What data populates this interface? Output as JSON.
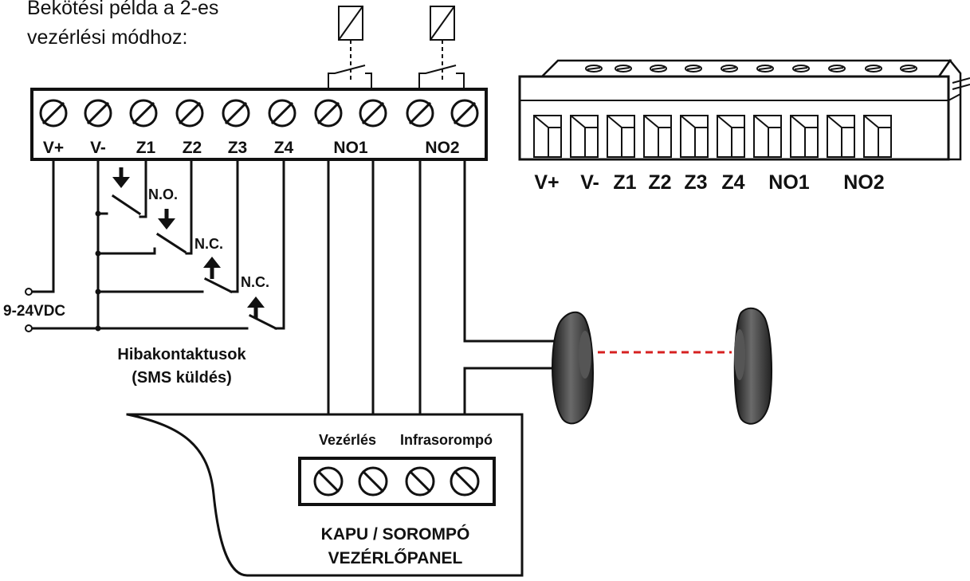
{
  "caption": {
    "line1": "Bekötési példa a 2-es",
    "line2": "vezérlési módhoz:"
  },
  "terminal_block": {
    "labels": [
      "V+",
      "V-",
      "Z1",
      "Z2",
      "Z3",
      "Z4",
      "NO1",
      "NO2"
    ]
  },
  "connector_3d": {
    "labels": [
      "V+",
      "V-",
      "Z1",
      "Z2",
      "Z3",
      "Z4",
      "NO1",
      "NO2"
    ]
  },
  "contacts": {
    "no_label": "N.O.",
    "nc_label_1": "N.C.",
    "nc_label_2": "N.C."
  },
  "power": {
    "label": "9-24VDC"
  },
  "fault_contacts": {
    "line1": "Hibakontaktusok",
    "line2": "(SMS küldés)"
  },
  "panel": {
    "label_control": "Vezérlés",
    "label_infra": "Infrasorompó",
    "title_line1": "KAPU / SOROMPÓ",
    "title_line2": "VEZÉRLŐPANEL"
  },
  "colors": {
    "line": "#111111",
    "beam": "#d62020",
    "sensor": "#3a3a3a"
  }
}
